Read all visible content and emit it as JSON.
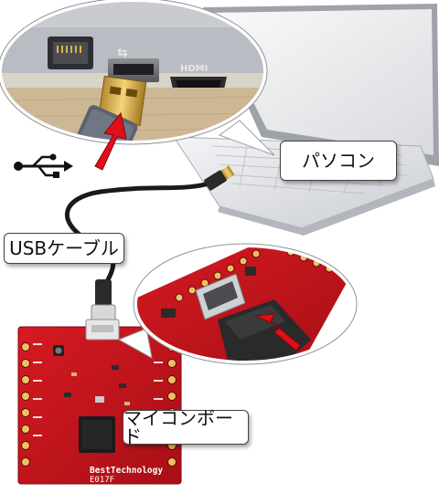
{
  "labels": {
    "usb_cable": "USBケーブル",
    "pc": "パソコン",
    "microcontroller": "マイコンボード"
  },
  "board": {
    "brand": "BestTechnology",
    "model": "E017F"
  },
  "ports": {
    "hdmi": "HDMI",
    "usb_symbol": "⇆"
  },
  "colors": {
    "pcb_red": "#c8141c",
    "arrow_red": "#e0101a",
    "cable_black": "#1a1a1a",
    "laptop_silver": "#e4e6ea"
  },
  "icons": {
    "usb_symbol": "usb-trident-icon"
  }
}
